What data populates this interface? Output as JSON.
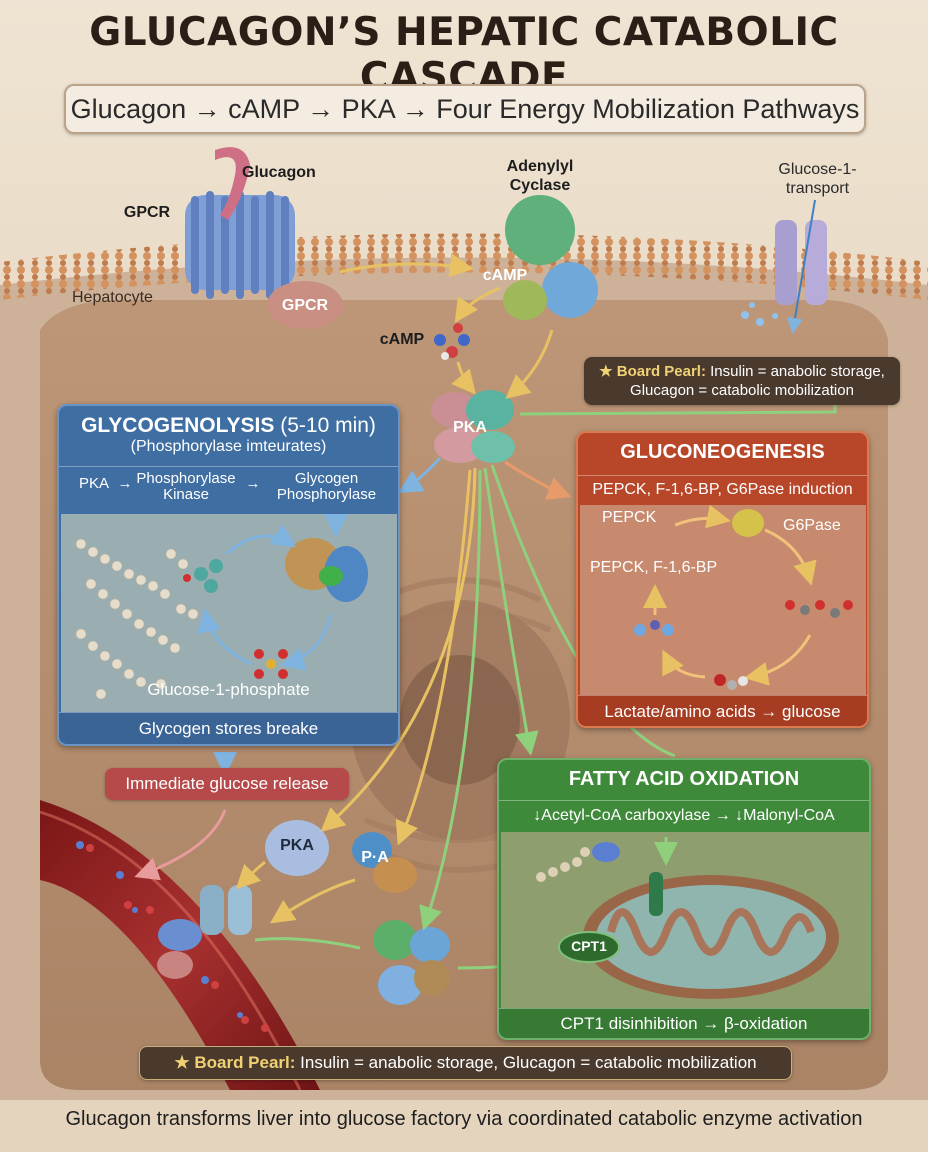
{
  "title": "GLUCAGON’S HEPATIC CATABOLIC CASCADE",
  "subtitle": "Glucagon → cAMP → PKA → Four Energy Mobilization Pathways",
  "membrane": {
    "glucagon": "Glucagon",
    "gpcr_top": "GPCR",
    "gpcr_lower": "GPCR",
    "hepatocyte": "Hepatocyte",
    "adenylyl_cyclase": "Adenylyl Cyclase",
    "camp_1": "cAMP",
    "camp_2": "cAMP",
    "transport": "Glucose-1-\ntransport",
    "pka": "PKA"
  },
  "board_pearl_top": {
    "label": "★ Board Pearl:",
    "text": " Insulin = anabolic storage,\nGlucagon = catabolic mobilization"
  },
  "glycogenolysis": {
    "title": "GLYCOGENOLYSIS",
    "time": " (5-10 min)",
    "subtitle": "(Phosphorylase imteurates)",
    "step1": "PKA",
    "step2": "Phosphorylase\nKinase",
    "step3": "Glycogen\nPhosphorylase",
    "product": "Glucose-1-phosphate",
    "footer": "Glycogen stores breake"
  },
  "immediate_release": "Immediate glucose release",
  "gluconeogenesis": {
    "title": "GLUCONEOGENESIS",
    "subtitle": "PEPCK, F-1,6-BP, G6Pase induction",
    "pepck": "PEPCK",
    "g6pase": "G6Pase",
    "pepck_f16": "PEPCK, F-1,6-BP",
    "footer": "Lactate/amino acids → glucose"
  },
  "fatty_acid": {
    "title": "FATTY ACID OXIDATION",
    "subtitle": "↓Acetyl-CoA carboxylase → ↓Malonyl-CoA",
    "cpt1": "CPT1",
    "footer": "CPT1 disinhibition → β-oxidation"
  },
  "lower": {
    "pka_1": "PKA",
    "pka_2": "P·A"
  },
  "board_pearl_bottom": {
    "label": "★ Board Pearl:",
    "text": " Insulin = anabolic storage, Glucagon = catabolic mobilization"
  },
  "footer": "Glucagon transforms liver into glucose factory via coordinated catabolic enzyme activation",
  "colors": {
    "glyco": "#3f6ea3",
    "gluco": "#b8472a",
    "fatty": "#3f8a3a",
    "release": "#b6494a",
    "arrow_yellow": "#e8c262",
    "arrow_blue": "#7fb3e0",
    "arrow_green": "#8fd07d"
  }
}
